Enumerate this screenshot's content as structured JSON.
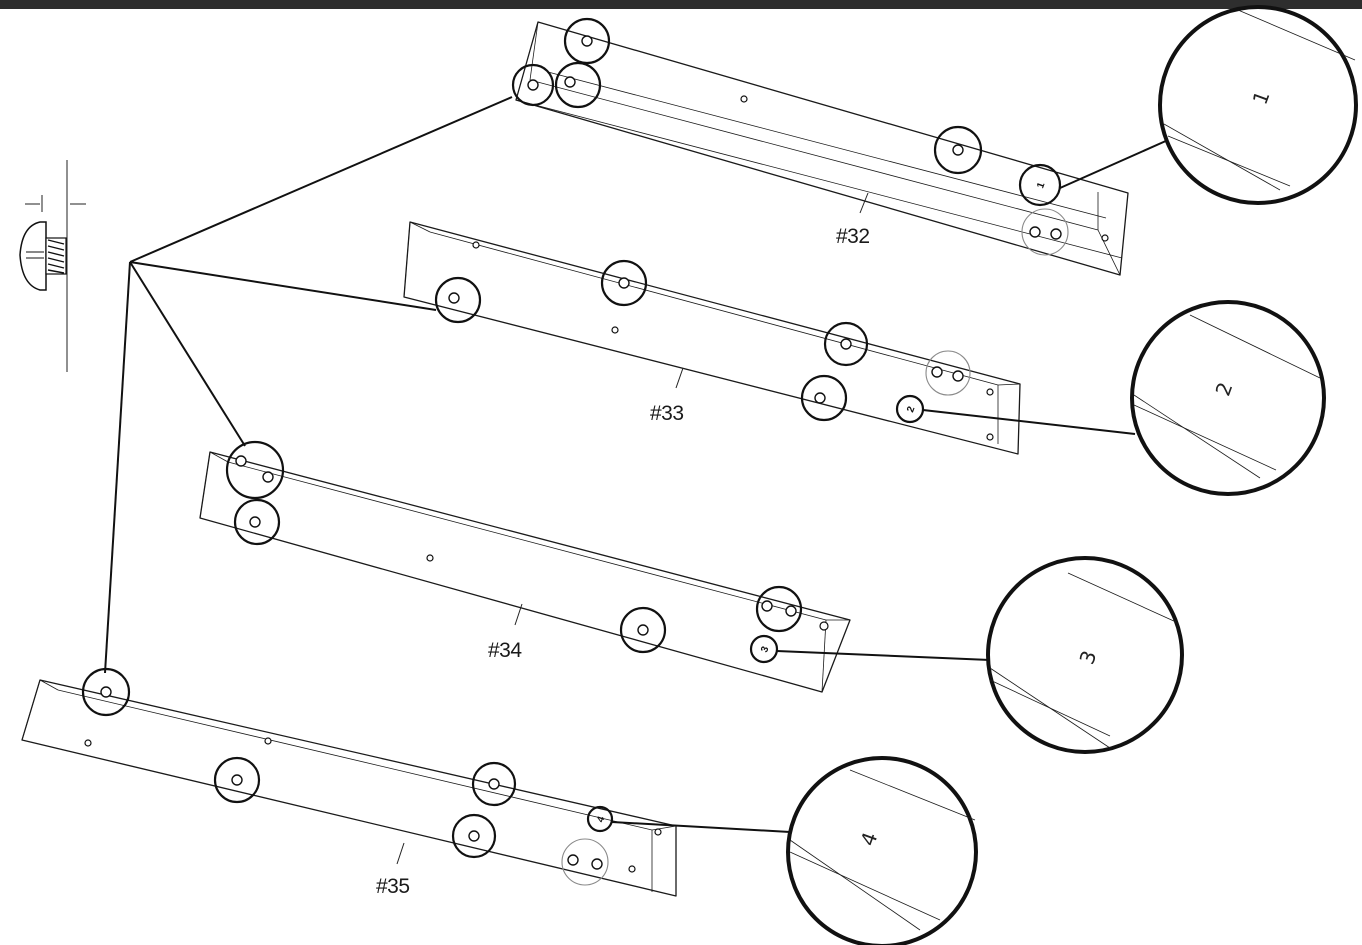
{
  "parts": [
    {
      "id": "32",
      "label": "#32",
      "mark": "1"
    },
    {
      "id": "33",
      "label": "#33",
      "mark": "2"
    },
    {
      "id": "34",
      "label": "#34",
      "mark": "3"
    },
    {
      "id": "35",
      "label": "#35",
      "mark": "4"
    }
  ],
  "zoom_marks": [
    "1",
    "2",
    "3",
    "4"
  ],
  "colors": {
    "line": "#111111",
    "topbar": "#2e2e2e",
    "background": "#ffffff"
  }
}
